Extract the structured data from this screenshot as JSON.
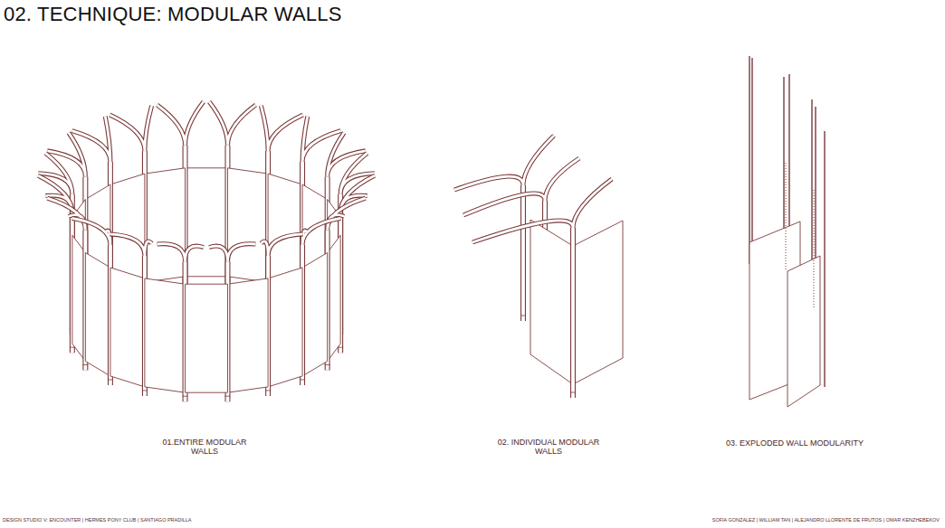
{
  "diagram": {
    "title": "02. TECHNIQUE: MODULAR WALLS",
    "labels": [
      "01.ENTIRE MODULAR WALLS",
      "02. INDIVIDUAL MODULAR WALLS",
      "03. EXPLODED WALL MODULARITY",
      "DESIGN STUDIO V: ENCOUNTER | HERMES PONY CLUB | SANTIAGO PRADILLA",
      "SOFIA GONZALEZ | WILLIAM TAN | ALEJANDRO LLORENTE DE FRUTOS | OMAR KENZHEBEKOV"
    ]
  }
}
